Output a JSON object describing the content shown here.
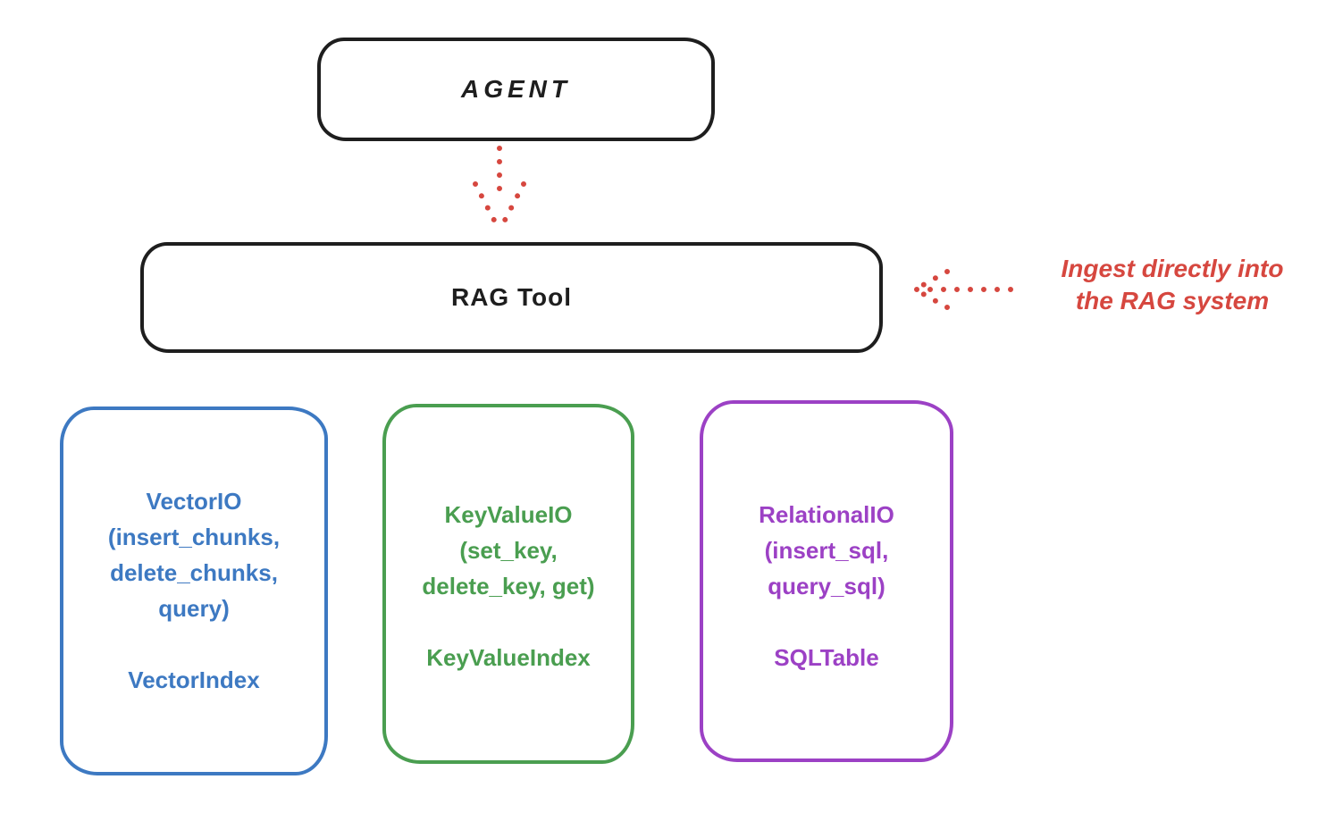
{
  "agent_box": {
    "label": "AGENT"
  },
  "rag_tool_box": {
    "label": "RAG Tool"
  },
  "ingest_annotation": {
    "line1": "Ingest directly into",
    "line2": "the RAG system"
  },
  "io_boxes": [
    {
      "title": "VectorIO",
      "methods": [
        "(insert_chunks,",
        "delete_chunks,",
        "query)"
      ],
      "index_label": "VectorIndex",
      "color": "#3d79c2"
    },
    {
      "title": "KeyValueIO",
      "methods": [
        "(set_key,",
        "delete_key, get)"
      ],
      "index_label": "KeyValueIndex",
      "color": "#4a9e50"
    },
    {
      "title": "RelationalIO",
      "methods": [
        "(insert_sql,",
        "query_sql)"
      ],
      "index_label": "SQLTable",
      "color": "#9c41c5"
    }
  ],
  "colors": {
    "stroke": "#1e1e1e",
    "accent_red": "#d6473f",
    "background": "#ffffff"
  }
}
